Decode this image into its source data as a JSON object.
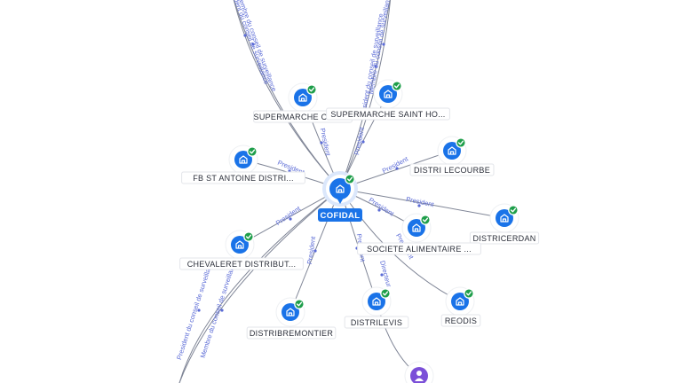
{
  "center": {
    "name": "COFIDAL"
  },
  "nodes": [
    {
      "id": "n1",
      "label": "SUPERMARCHE CURIAL",
      "verified": true
    },
    {
      "id": "n2",
      "label": "SUPERMARCHE SAINT HO...",
      "verified": true
    },
    {
      "id": "n3",
      "label": "DISTRI LECOURBE",
      "verified": true
    },
    {
      "id": "n4",
      "label": "FB ST ANTOINE DISTRI...",
      "verified": true
    },
    {
      "id": "n5",
      "label": "DISTRICERDAN",
      "verified": true
    },
    {
      "id": "n6",
      "label": "SOCIETE ALIMENTAIRE ...",
      "verified": true
    },
    {
      "id": "n7",
      "label": "CHEVALERET DISTRIBUT...",
      "verified": true
    },
    {
      "id": "n8",
      "label": "REODIS",
      "verified": true
    },
    {
      "id": "n9",
      "label": "DISTRIBREMONTIER",
      "verified": true
    },
    {
      "id": "n10",
      "label": "DISTRILEVIS",
      "verified": true
    },
    {
      "id": "p1",
      "label": "",
      "type": "person"
    }
  ],
  "edges": [
    {
      "id": "e1",
      "label": "President"
    },
    {
      "id": "e2",
      "label": "President"
    },
    {
      "id": "e3",
      "label": "President"
    },
    {
      "id": "e4",
      "label": "President"
    },
    {
      "id": "e5",
      "label": "President"
    },
    {
      "id": "e6",
      "label": "President"
    },
    {
      "id": "e7",
      "label": "President"
    },
    {
      "id": "e8",
      "label": "President"
    },
    {
      "id": "e9",
      "label": "President"
    },
    {
      "id": "e10",
      "label": "President"
    },
    {
      "id": "e11",
      "label": "Directeur"
    },
    {
      "id": "e12",
      "label": "Membre du conseil de surveillance"
    },
    {
      "id": "e13",
      "label": "President du conseil de surveillance"
    },
    {
      "id": "e14",
      "label": "President du conseil de surveillance"
    },
    {
      "id": "e15",
      "label": "Membre du conseil de surveillance"
    },
    {
      "id": "e16",
      "label": "Membre du conseil de surveillance"
    },
    {
      "id": "e17",
      "label": "President du conseil de surveillance"
    }
  ],
  "colors": {
    "accent": "#1a73e8",
    "verified": "#1e9e4a",
    "person": "#7b4fd8",
    "edge_label": "#5b6bd6"
  },
  "icons": {
    "company": "building-icon",
    "verified": "check-badge-icon",
    "person": "person-icon"
  }
}
